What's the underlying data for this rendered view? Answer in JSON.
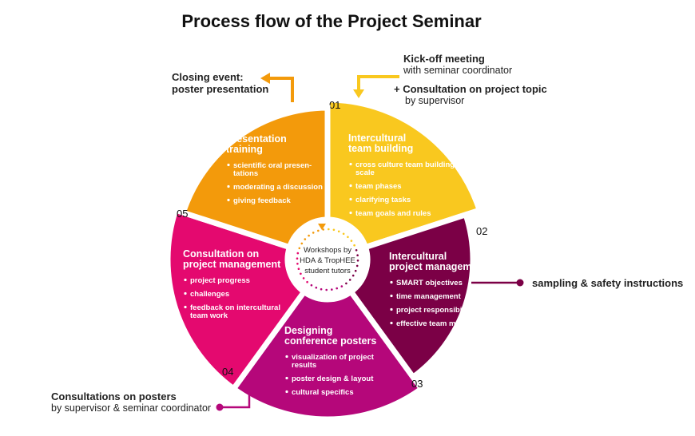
{
  "title": "Process flow of the Project Seminar",
  "center": {
    "lines": [
      "Workshops by",
      "HDA & TropHEE",
      "student tutors"
    ]
  },
  "segments": [
    {
      "number": "01",
      "color": "#f9c81f",
      "heading": [
        "Intercultural",
        "team building"
      ],
      "items": [
        [
          "cross culture team building",
          "scale"
        ],
        [
          "team phases"
        ],
        [
          "clarifying tasks"
        ],
        [
          "team goals and rules"
        ]
      ]
    },
    {
      "number": "02",
      "color": "#7b0046",
      "heading": [
        "Intercultural",
        "project management"
      ],
      "items": [
        [
          "SMART objectives"
        ],
        [
          "time management"
        ],
        [
          "project responsibilities"
        ],
        [
          "effective team meetings"
        ]
      ]
    },
    {
      "number": "03",
      "color": "#b5077a",
      "heading": [
        "Designing",
        "conference posters"
      ],
      "items": [
        [
          "visualization of project",
          "results"
        ],
        [
          "poster design & layout"
        ],
        [
          "cultural specifics"
        ]
      ]
    },
    {
      "number": "04",
      "color": "#e4096f",
      "heading": [
        "Consultation on",
        "project management"
      ],
      "items": [
        [
          "project progress"
        ],
        [
          "challenges"
        ],
        [
          "feedback on intercultural",
          "team work"
        ]
      ]
    },
    {
      "number": "05",
      "color": "#f39a0b",
      "heading": [
        "Presentation",
        "training"
      ],
      "items": [
        [
          "scientific oral presen-",
          "tations"
        ],
        [
          "moderating a discussion"
        ],
        [
          "giving feedback"
        ]
      ]
    }
  ],
  "annotations": {
    "kickoff": {
      "title": "Kick-off meeting",
      "sub": "with seminar coordinator"
    },
    "consultation_topic": {
      "title": "+ Consultation on project topic",
      "sub": "by supervisor"
    },
    "closing": {
      "line1": "Closing event:",
      "line2": "poster presentation"
    },
    "sampling": {
      "text": "sampling & safety instructions"
    },
    "posters": {
      "title": "Consultations on posters",
      "sub": "by supervisor & seminar coordinator"
    }
  },
  "colors": {
    "arrow_yellow": "#f9c81f",
    "arrow_orange": "#f39a0b",
    "marker_plum": "#7b0046",
    "marker_magenta": "#b5077a"
  }
}
